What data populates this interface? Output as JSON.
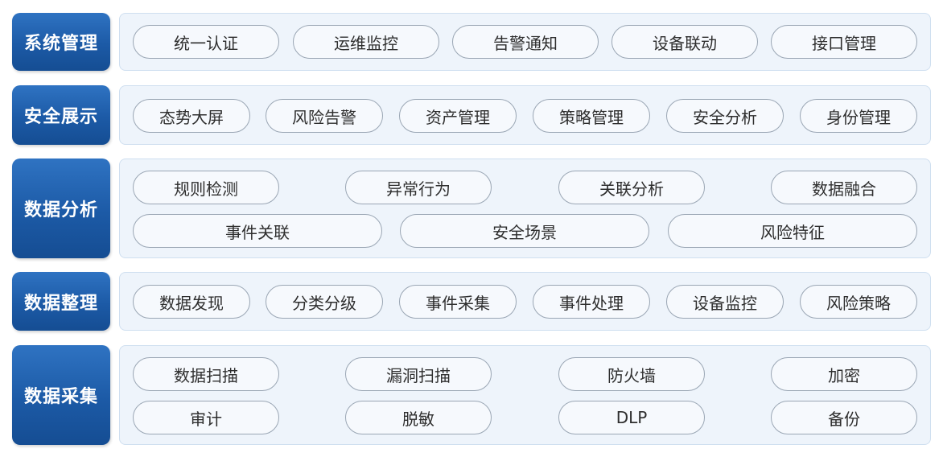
{
  "layers": {
    "system": {
      "title": "系统管理",
      "items": [
        "统一认证",
        "运维监控",
        "告警通知",
        "设备联动",
        "接口管理"
      ]
    },
    "display": {
      "title": "安全展示",
      "items": [
        "态势大屏",
        "风险告警",
        "资产管理",
        "策略管理",
        "安全分析",
        "身份管理"
      ]
    },
    "analysis": {
      "title": "数据分析",
      "row1": [
        "规则检测",
        "异常行为",
        "关联分析",
        "数据融合"
      ],
      "row2": [
        "事件关联",
        "安全场景",
        "风险特征"
      ]
    },
    "organize": {
      "title": "数据整理",
      "items": [
        "数据发现",
        "分类分级",
        "事件采集",
        "事件处理",
        "设备监控",
        "风险策略"
      ]
    },
    "collect": {
      "title": "数据采集",
      "row1": [
        "数据扫描",
        "漏洞扫描",
        "防火墙",
        "加密"
      ],
      "row2": [
        "审计",
        "脱敏",
        "DLP",
        "备份"
      ]
    }
  },
  "colors": {
    "label_bg": "#1c5aa6",
    "panel_bg": "#eef4fb",
    "pill_border": "#9aa6b4"
  }
}
